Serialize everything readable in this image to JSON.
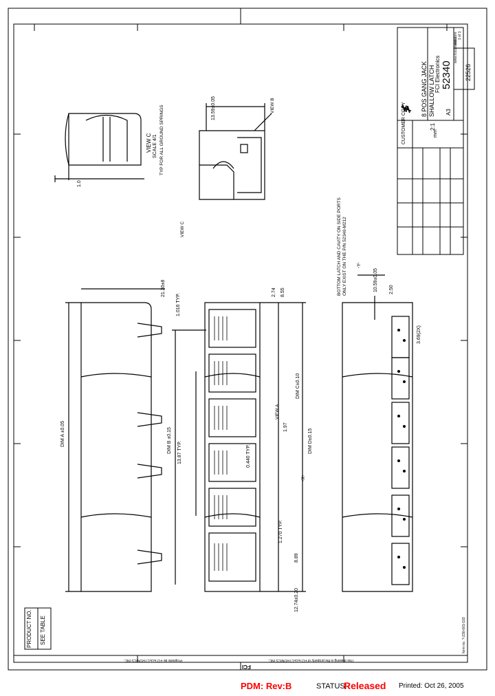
{
  "title_block": {
    "company": "FCI Electronics",
    "website": "www.fciconnect.com",
    "title_line1": "8 POS GANG JACK",
    "title_line2": "SHALLOW LATCH",
    "part_number": "52340",
    "size": "A3",
    "scale": "2:1",
    "units": "mm",
    "page": "22526",
    "sheet_label": "sheet",
    "sheet_of": "1 of 1",
    "copy_label": "CUSTOMER COPY"
  },
  "notes": {
    "side_note_1": "BOTTOM LATCH AND CAVITY ON SIDE PORTS",
    "side_note_2": "ONLY EXIST ON THE P/N 52340-M212",
    "view_c": "VIEW C",
    "view_c_scale": "SCALE 4/1",
    "view_c_note": "TYP FOR ALL GROUND SPRINGS",
    "view_a": "VIEW A",
    "view_b": "VIEW B"
  },
  "dimensions": {
    "d_21_30": "21.30±8",
    "d_dim_a": "DIM A ±0.05",
    "d_13_59": "13.59±0.05",
    "d_1_0": "1.0",
    "d_1016": "1.016 TYP.",
    "d_274": "2.74",
    "d_855": "8.55",
    "d_dim_c": "DIM C±0.10",
    "d_dim_b": "DIM B ±0.15",
    "d_1387": "13.87 TYP.",
    "d_197": "1.97",
    "d_0440": "0.440 TYP.",
    "d_dim_d": "DIM D±0.15",
    "d_1270": "1.270 TYP.",
    "d_889": "8.89",
    "d_1274": "12.74±0.20",
    "d_250": "2.50",
    "d_1059": "10.59±0.05",
    "d_369": "3.69(2X)",
    "datum_x": "-X-",
    "datum_y": "-Y-"
  },
  "left_box": {
    "line1": "PRODUCT NO.",
    "line2": "SEE TABLE"
  },
  "bottom_legal": {
    "fci": "FCI",
    "en": "This drawing is the property of FCI ELECTRONICS INC.",
    "fr": "Propriete de FCI ELECTRONICS INC.",
    "form": "form no. ?-230-001-103"
  },
  "footer": {
    "pdm": "PDM: Rev:B",
    "status_label": "STATUS:",
    "status_value": "Released",
    "printed": "Printed: Oct 26, 2005"
  },
  "colors": {
    "line": "#000000",
    "accent_red": "#ff0000"
  }
}
